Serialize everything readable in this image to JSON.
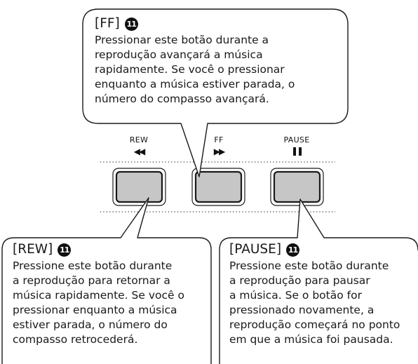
{
  "ff_callout": {
    "title": "[FF]",
    "badge": "11",
    "lines": [
      "Pressionar este botão durante a",
      "reprodução avançará a música",
      "rapidamente. Se você o pressionar",
      "enquanto a música estiver parada, o",
      "número do compasso avançará."
    ]
  },
  "rew_callout": {
    "title": "[REW]",
    "badge": "11",
    "lines": [
      "Pressione este botão durante",
      "a reprodução para retornar a",
      "música rapidamente. Se você o",
      "pressionar enquanto a música",
      "estiver parada, o número do",
      "compasso retrocederá."
    ]
  },
  "pause_callout": {
    "title": "[PAUSE]",
    "badge": "11",
    "lines": [
      "Pressione este botão durante",
      "a reprodução para pausar",
      "a música. Se o botão for",
      "pressionado novamente, a",
      "reprodução começará no ponto",
      "em que a música foi pausada."
    ]
  },
  "buttons": {
    "rew": {
      "label": "REW",
      "symbol": "◀◀"
    },
    "ff": {
      "label": "FF",
      "symbol": "▶▶"
    },
    "pause": {
      "label": "PAUSE",
      "symbol": "❚❚"
    }
  },
  "colors": {
    "button_fill": "#c6c6c6",
    "outline": "#1a1a1a"
  }
}
